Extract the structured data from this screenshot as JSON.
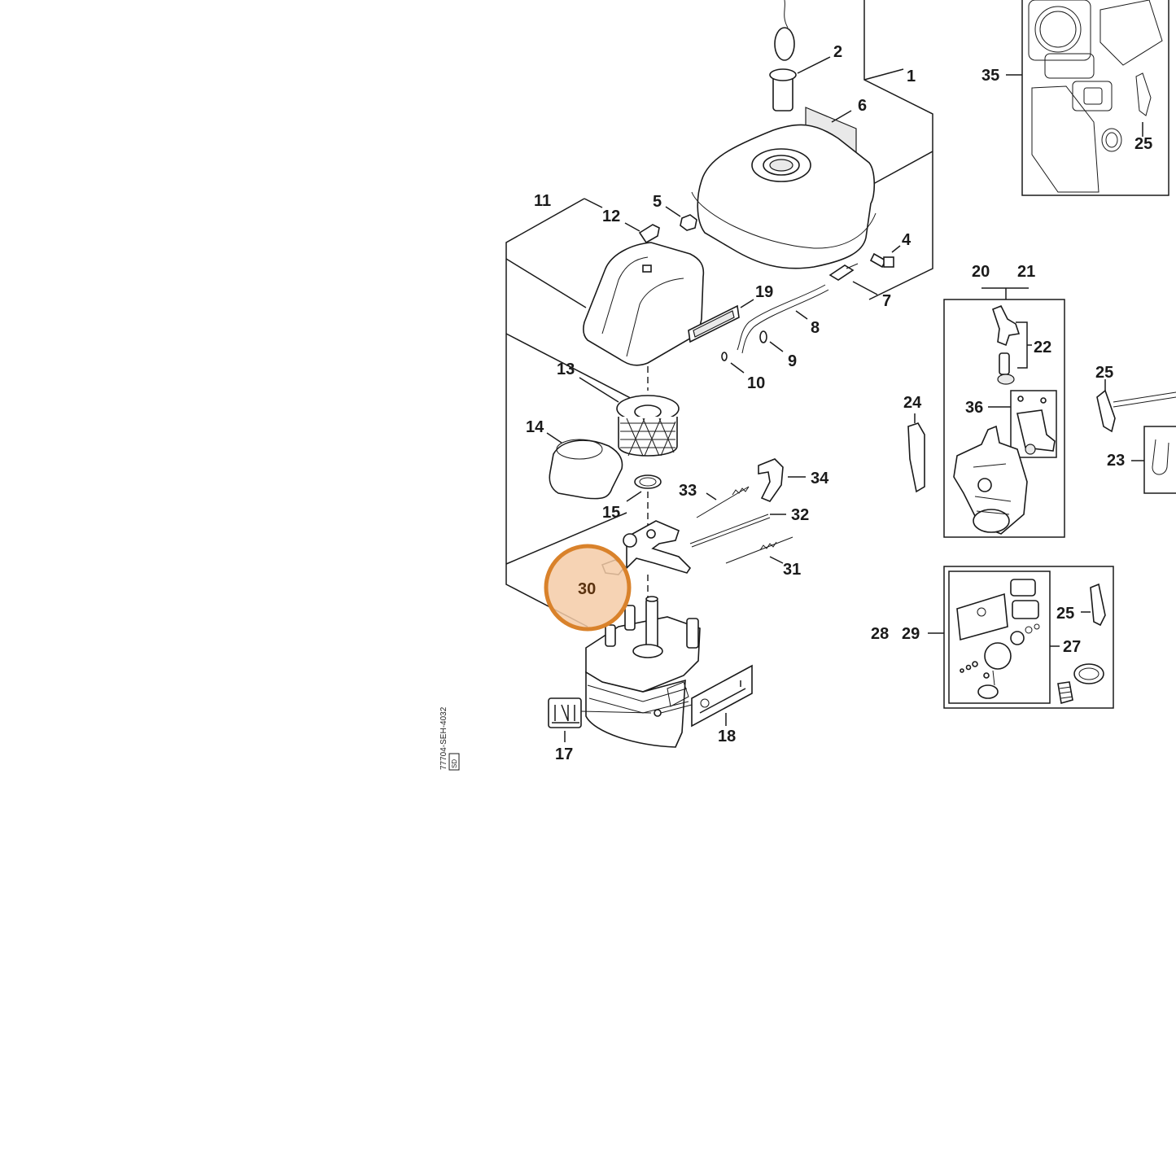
{
  "diagram": {
    "drawing_code": "77704-SEH-4032",
    "drawing_code_box": "SD",
    "highlight": {
      "label": "30",
      "fill": "#f5cba7",
      "stroke": "#d9822b"
    },
    "part_labels": {
      "p1": "1",
      "p2": "2",
      "p4": "4",
      "p5": "5",
      "p6": "6",
      "p7": "7",
      "p8": "8",
      "p9": "9",
      "p10": "10",
      "p11": "11",
      "p12": "12",
      "p13": "13",
      "p14": "14",
      "p15": "15",
      "p17": "17",
      "p18": "18",
      "p19": "19",
      "p20": "20",
      "p21": "21",
      "p22": "22",
      "p23": "23",
      "p24": "24",
      "p25a": "25",
      "p25b": "25",
      "p25c": "25",
      "p27": "27",
      "p28": "28",
      "p29": "29",
      "p31": "31",
      "p32": "32",
      "p33": "33",
      "p34": "34",
      "p35": "35",
      "p36": "36"
    }
  }
}
